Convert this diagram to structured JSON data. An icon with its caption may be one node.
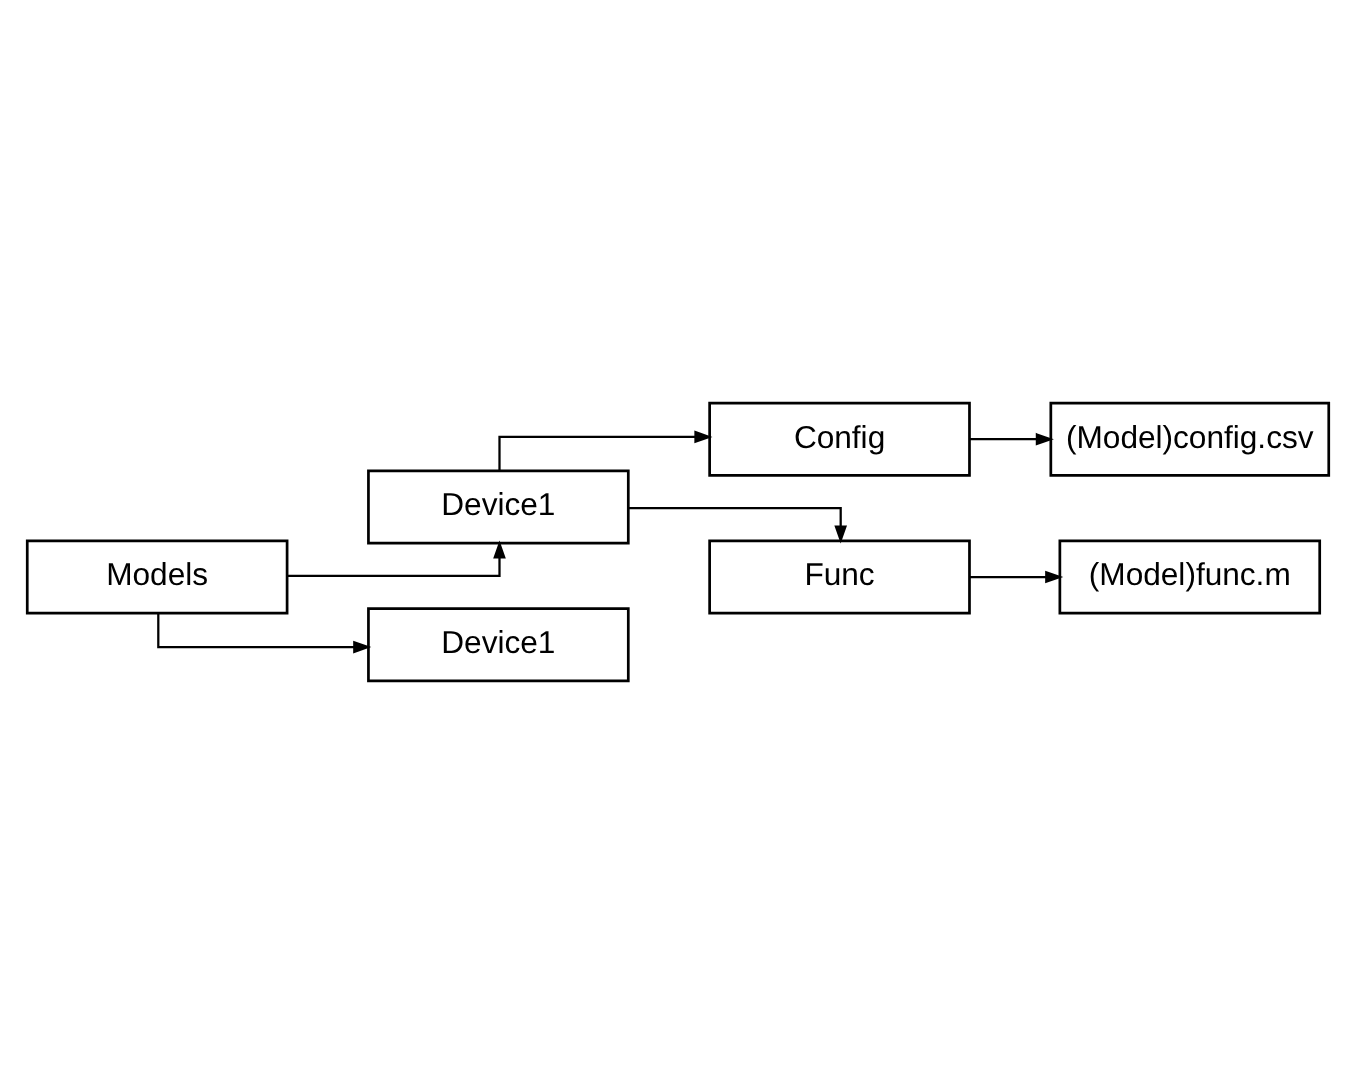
{
  "diagram": {
    "nodes": [
      {
        "text": [
          "Models"
        ]
      },
      {
        "text": [
          "Device1"
        ]
      },
      {
        "text": [
          "Config"
        ]
      },
      {
        "text": [
          "(Model)config.csv"
        ]
      },
      {
        "text": [
          "Func"
        ]
      },
      {
        "text": [
          "(Model)func.m"
        ]
      },
      {
        "text": [
          "Device1"
        ]
      }
    ],
    "edges": [
      {
        "from": 0,
        "to": 1,
        "arrow": "to"
      },
      {
        "from": 0,
        "to": 6,
        "arrow": "to"
      },
      {
        "from": 1,
        "to": 2,
        "arrow": "to"
      },
      {
        "from": 1,
        "to": 4,
        "arrow": "to"
      },
      {
        "from": 2,
        "to": 3,
        "arrow": "to"
      },
      {
        "from": 4,
        "to": 5,
        "arrow": "to"
      }
    ]
  }
}
